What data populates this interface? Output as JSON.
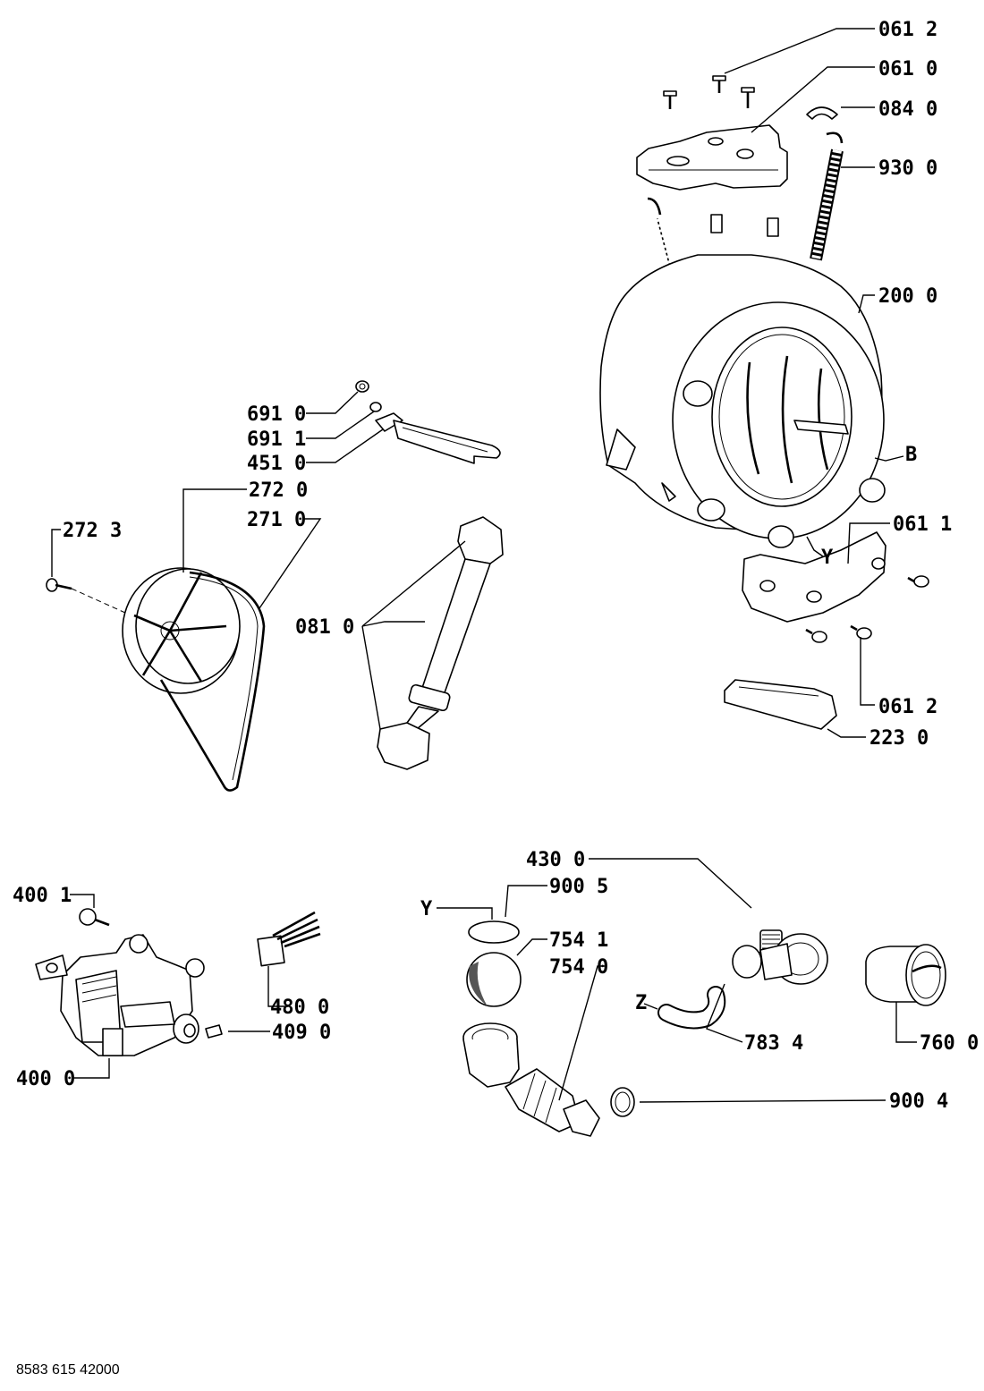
{
  "labels": {
    "l0612a": "061 2",
    "l0610": "061 0",
    "l0840": "084 0",
    "l9300": "930 0",
    "l2000": "200 0",
    "lB": "B",
    "l0611": "061 1",
    "lY1": "Y",
    "l0612b": "061 2",
    "l2230": "223 0",
    "l6910": "691 0",
    "l6911": "691 1",
    "l4510": "451 0",
    "l2720": "272 0",
    "l2710": "271 0",
    "l2723": "272 3",
    "l0810": "081 0",
    "l4300": "430 0",
    "l9005": "900 5",
    "lY2": "Y",
    "l7541": "754 1",
    "l7540": "754 0",
    "lZ": "Z",
    "l7834": "783 4",
    "l7600": "760 0",
    "l9004": "900 4",
    "l4001": "400 1",
    "l4800": "480 0",
    "l4090": "409 0",
    "l4000": "400 0"
  },
  "footer": {
    "code": "8583 615 42000"
  }
}
